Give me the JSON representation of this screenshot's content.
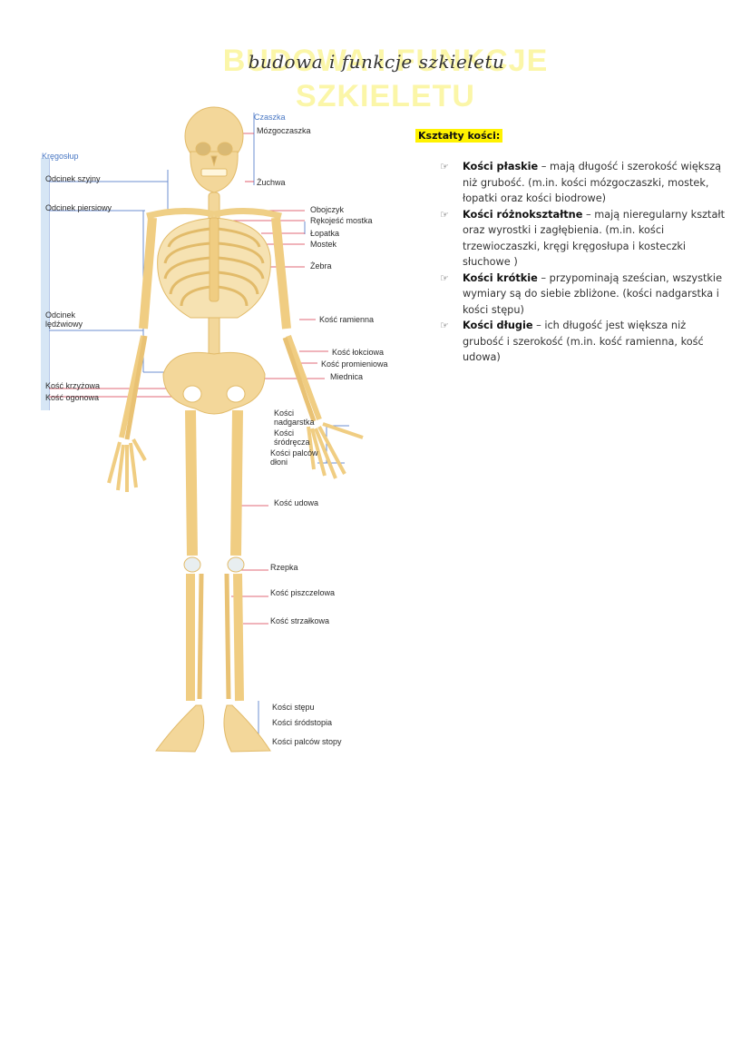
{
  "header": {
    "background_title": "BUDOWA I FUNKCJE SZKIELETU",
    "script_title": "budowa i funkcje szkieletu"
  },
  "figure": {
    "labels": {
      "czaszka": "Czaszka",
      "mozgoczaszka": "Mózgoczaszka",
      "zuchwa": "Żuchwa",
      "kregoslup": "Kręgosłup",
      "odcinek_szyjny": "Odcinek szyjny",
      "odcinek_piersiowy": "Odcinek piersiowy",
      "odcinek_ledzwiowy": "Odcinek lędźwiowy",
      "kosc_krzyzowa": "Kość krzyżowa",
      "kosc_ogonowa": "Kość ogonowa",
      "obojczyk": "Obojczyk",
      "rekojesc_mostka": "Rękojeść mostka",
      "lopatka": "Łopatka",
      "mostek": "Mostek",
      "zebra": "Żebra",
      "kosc_ramienna": "Kość ramienna",
      "kosc_lokciowa": "Kość łokciowa",
      "kosc_promieniowa": "Kość promieniowa",
      "miednica": "Miednica",
      "kosci_nadgarstka": "Kości nadgarstka",
      "kosci_srodrecza": "Kości śródręcza",
      "kosci_palcow_dloni": "Kości palców dłoni",
      "kosc_udowa": "Kość udowa",
      "rzepka": "Rzepka",
      "kosc_piszczelowa": "Kość piszczelowa",
      "kosc_strzalkowa": "Kość strzałkowa",
      "kosci_stepu": "Kości stępu",
      "kosci_srodstopia": "Kości śródstopia",
      "kosci_palcow_stopy": "Kości palców stopy"
    },
    "colors": {
      "bone": "#f3d79a",
      "bone_shadow": "#e2bb6a",
      "label_line": "#d9364a",
      "guide_line": "#6d8fd1"
    }
  },
  "notes": {
    "heading": "Kształty kości:",
    "bullet_icon": "hand-pointer-icon",
    "items": [
      {
        "term": "Kości płaskie",
        "text": " – mają długość i szerokość większą niż grubość. (m.in. kości mózgoczaszki, mostek, łopatki oraz kości biodrowe)"
      },
      {
        "term": "Kości różnokształtne",
        "text": " – mają nieregularny kształt oraz wyrostki i zagłębienia. (m.in. kości trzewioczaszki, kręgi kręgosłupa i kosteczki słuchowe )"
      },
      {
        "term": "Kości krótkie",
        "text": " – przypominają sześcian, wszystkie wymiary są do siebie zbliżone. (kości nadgarstka i kości stępu)"
      },
      {
        "term": "Kości długie",
        "text": " – ich długość jest większa niż grubość i szerokość (m.in. kość ramienna, kość udowa)"
      }
    ]
  }
}
